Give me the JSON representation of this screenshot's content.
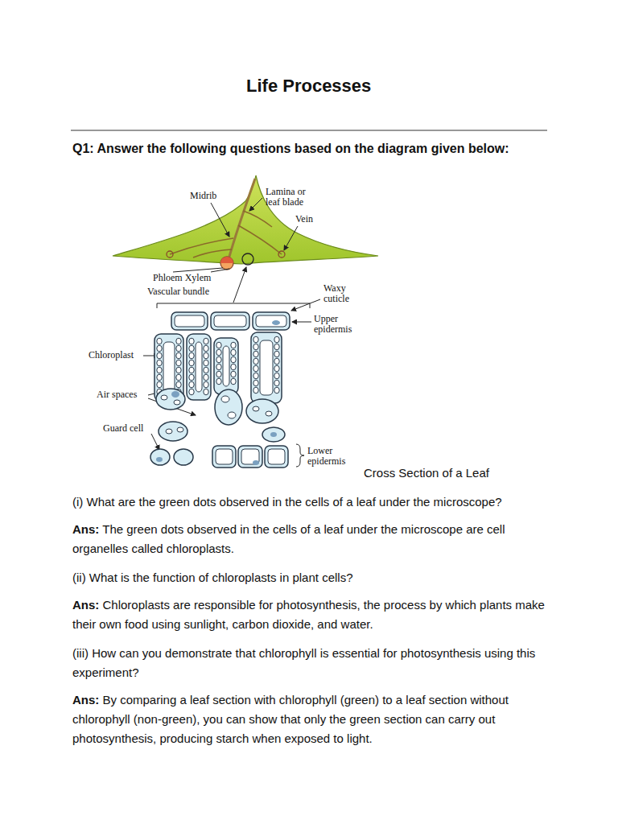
{
  "diagram": {
    "title": "Life Processes",
    "caption": "Cross Section of a Leaf",
    "labels": [
      "Q1: Answer the following questions based on the diagram given below:",
      "Midrib",
      "Lamina or leaf blade",
      "Vein",
      "Phloem Xylem",
      "Vascular bundle",
      "Waxy cuticle",
      "Upper epidermis",
      "Chloroplast",
      "Air spaces",
      "Guard cell",
      "Lower epidermis",
      "(i) What are the green dots observed in the cells of a leaf under the microscope?",
      "Ans:",
      "The green dots observed in the cells of a leaf under the microscope are cell organelles called chloroplasts.",
      "(ii) What is the function of chloroplasts in plant cells?",
      "Ans:",
      "Chloroplasts are responsible for photosynthesis, the process by which plants make their own food using sunlight, carbon dioxide, and water.",
      "(iii) How can you demonstrate that chlorophyll is essential for photosynthesis using this experiment?",
      "Ans:",
      "By comparing a leaf section with chlorophyll (green) to a leaf section without chlorophyll (non-green), you can show that only the green section can carry out photosynthesis, producing starch when exposed to light."
    ]
  }
}
